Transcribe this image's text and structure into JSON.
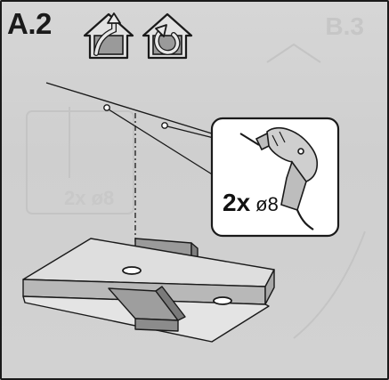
{
  "step": {
    "label": "A.2"
  },
  "icons": [
    {
      "name": "house-exhaust-icon"
    },
    {
      "name": "house-recirculation-icon"
    }
  ],
  "background_ghost": {
    "step_label": "B.3",
    "quantity": "2x ø8"
  },
  "callout": {
    "count": "2x",
    "diameter": "ø8"
  },
  "colors": {
    "frame": "#1a1a1a",
    "icon_fill": "#9a9a9a",
    "paper": "#d2d2d2"
  }
}
